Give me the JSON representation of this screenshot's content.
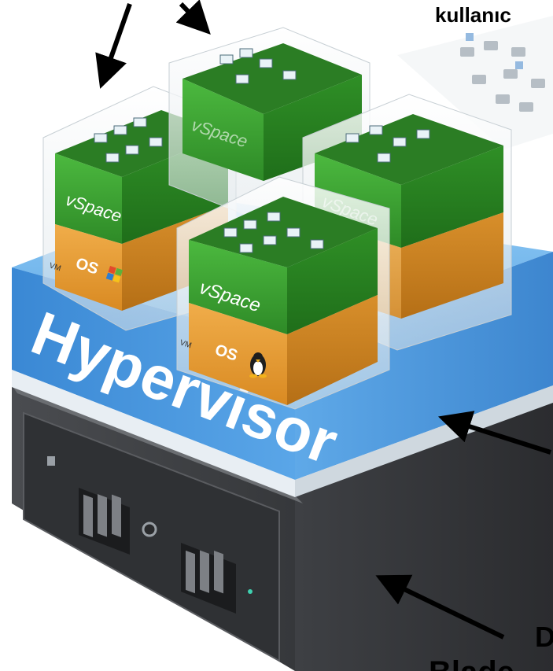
{
  "captions": {
    "top_right": "kullanıc",
    "bottom_right_1": "D",
    "bottom_right_2": "Blade"
  },
  "layers": {
    "hypervisor_label": "Hypervisor"
  },
  "vm_blocks": [
    {
      "id": "vm-back-left",
      "product": "vSpace",
      "os_text": "OS",
      "os_icon": "windows-logo",
      "vm_tag": "VM"
    },
    {
      "id": "vm-back-center",
      "product": "vSpace",
      "os_text": "",
      "os_icon": "",
      "vm_tag": ""
    },
    {
      "id": "vm-right",
      "product": "vSpace",
      "os_text": "",
      "os_icon": "",
      "vm_tag": ""
    },
    {
      "id": "vm-front",
      "product": "vSpace",
      "os_text": "OS",
      "os_icon": "linux-tux",
      "vm_tag": "VM"
    }
  ],
  "colors": {
    "hypervisor_blue": "#3f8fd8",
    "vspace_green": "#3aa82f",
    "os_orange": "#e8a23a",
    "server_gray": "#4a4c50",
    "arrow": "#000000"
  }
}
